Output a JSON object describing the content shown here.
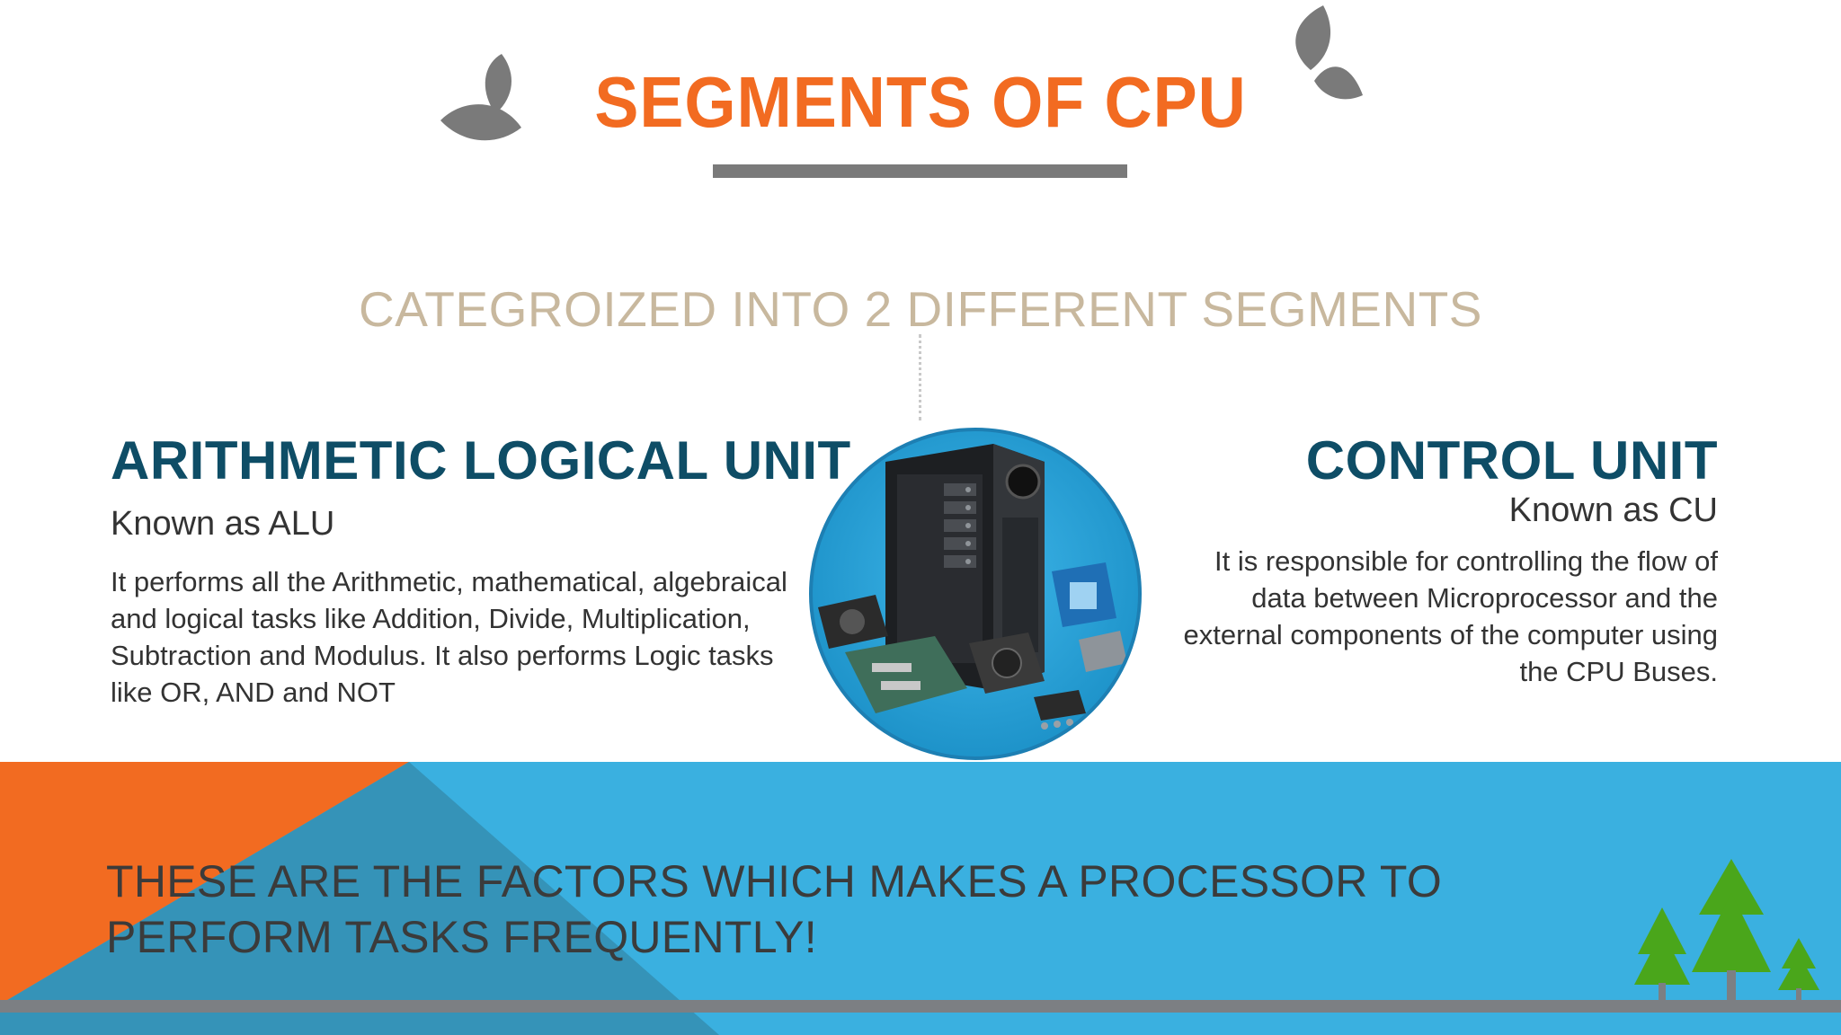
{
  "title": "SEGMENTS OF CPU",
  "subtitle": "CATEGROIZED INTO 2 DIFFERENT SEGMENTS",
  "alu": {
    "title": "ARITHMETIC LOGICAL UNIT",
    "known_as": "Known as ALU",
    "description": "It performs all the Arithmetic, mathematical, algebraical and logical tasks like Addition, Divide, Multiplication, Subtraction and Modulus. It also performs Logic tasks like OR, AND and NOT"
  },
  "cu": {
    "title": "CONTROL UNIT",
    "known_as": "Known as CU",
    "description": "It is responsible for controlling the flow of data between Microprocessor and the external components of the computer using the CPU Buses."
  },
  "bottom_banner": {
    "line1": "THESE ARE THE FACTORS WHICH MAKES A PROCESSOR TO",
    "line2": "PERFORM TASKS FREQUENTLY!"
  },
  "icons": [
    "leaf-icon",
    "tree-icon",
    "computer-hardware-photo"
  ],
  "colors": {
    "title": "#f26b21",
    "subtitle": "#c8b89e",
    "unit_title": "#0e4d66",
    "band_blue": "#3ab0e0",
    "band_orange": "#f26b21",
    "tree_green": "#4aa61b",
    "leaf_gray": "#7a7a7a"
  }
}
